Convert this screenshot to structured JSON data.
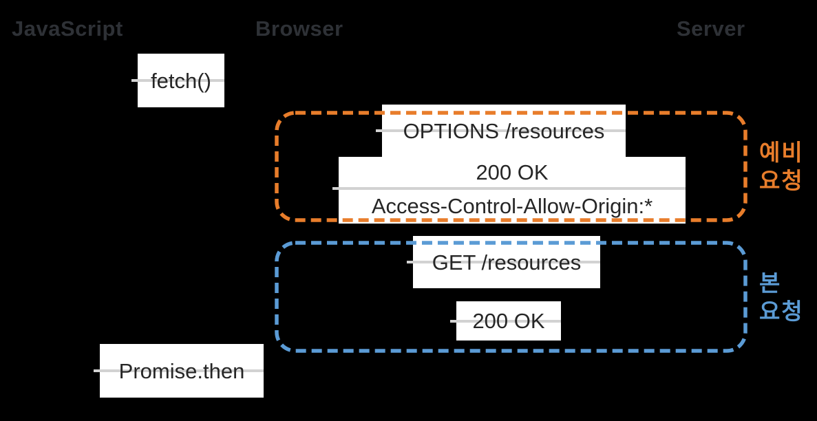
{
  "actors": [
    {
      "label": "JavaScript"
    },
    {
      "label": "Browser"
    },
    {
      "label": "Server"
    }
  ],
  "messages": {
    "fetch_call": "fetch()",
    "preflight_request": "OPTIONS /resources",
    "preflight_response_status": "200 OK",
    "preflight_response_header": "Access-Control-Allow-Origin:*",
    "main_request": "GET /resources",
    "main_response": "200 OK",
    "callback": "Promise.then"
  },
  "groups": {
    "preflight": {
      "line1": "예비",
      "line2": "요청"
    },
    "main": {
      "line1": "본",
      "line2": "요청"
    }
  },
  "colors": {
    "background": "#000000",
    "preflight_orange": "#E87D2B",
    "main_blue": "#5B9BD5",
    "actor_gray": "#2E3136",
    "box_line_gray": "#D2D2D2",
    "box_text": "#262626",
    "box_background": "#FFFFFF"
  }
}
